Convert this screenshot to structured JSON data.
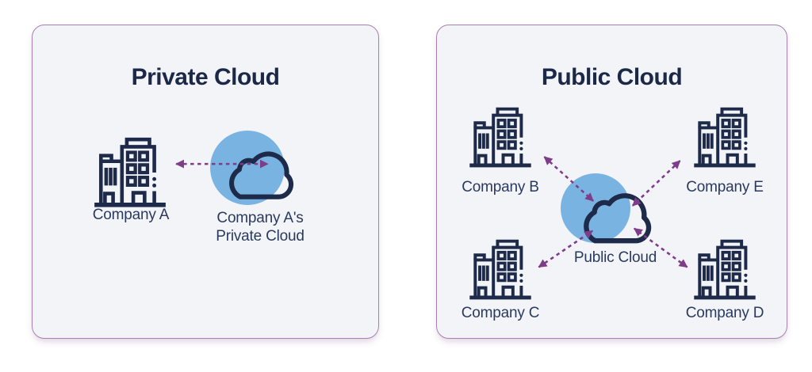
{
  "colors": {
    "page_background": "#ffffff",
    "panel_background": "#f3f4f8",
    "panel_border": "#a87fb2",
    "navy": "#1e2a4a",
    "title_navy": "#1b2847",
    "label_navy": "#2a3a5e",
    "blue_circle": "#79b3e2",
    "arrow_purple": "#7e3d88"
  },
  "panels": [
    {
      "id": "private-cloud",
      "title": "Private Cloud",
      "nodes": [
        {
          "type": "building",
          "label": "Company A"
        },
        {
          "type": "cloud",
          "label_lines": [
            "Company A's",
            "Private Cloud"
          ]
        }
      ],
      "connections": [
        {
          "from": "Company A",
          "to": "Company A's Private Cloud",
          "style": "dashed-double-arrow"
        }
      ]
    },
    {
      "id": "public-cloud",
      "title": "Public Cloud",
      "nodes": [
        {
          "type": "building",
          "label": "Company B",
          "position": "top-left"
        },
        {
          "type": "building",
          "label": "Company E",
          "position": "top-right"
        },
        {
          "type": "building",
          "label": "Company C",
          "position": "bottom-left"
        },
        {
          "type": "building",
          "label": "Company D",
          "position": "bottom-right"
        },
        {
          "type": "cloud",
          "label": "Public Cloud",
          "position": "center"
        }
      ],
      "connections": [
        {
          "from": "Public Cloud",
          "to": "Company B",
          "style": "dashed-double-arrow"
        },
        {
          "from": "Public Cloud",
          "to": "Company E",
          "style": "dashed-double-arrow"
        },
        {
          "from": "Public Cloud",
          "to": "Company C",
          "style": "dashed-double-arrow"
        },
        {
          "from": "Public Cloud",
          "to": "Company D",
          "style": "dashed-double-arrow"
        }
      ]
    }
  ]
}
